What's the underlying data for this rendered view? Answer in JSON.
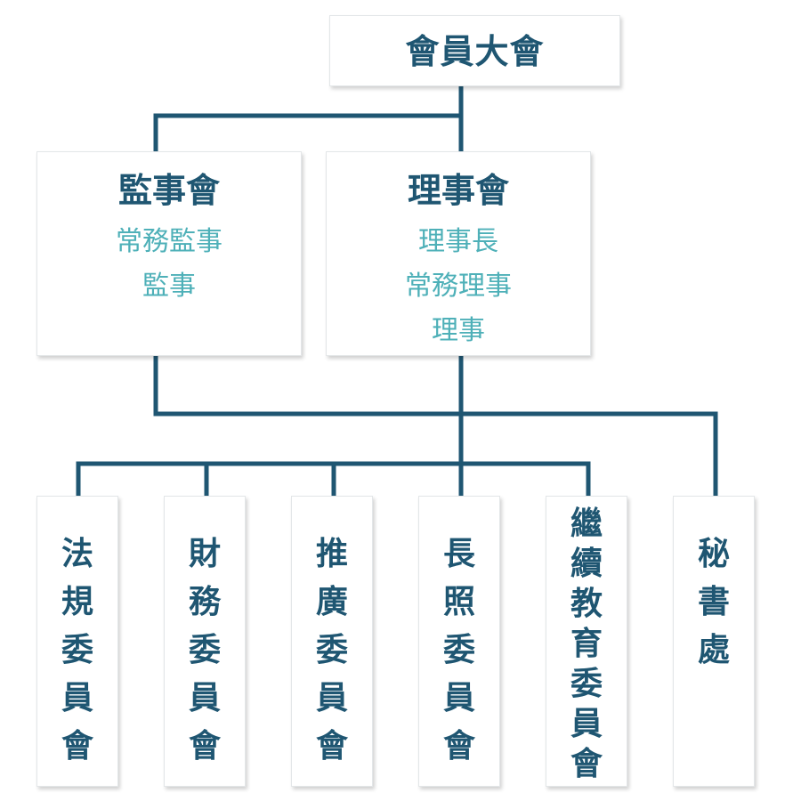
{
  "nodes": {
    "assembly": {
      "title": "會員大會"
    },
    "supervisors": {
      "title": "監事會",
      "members": [
        "常務監事",
        "監事"
      ]
    },
    "directors": {
      "title": "理事會",
      "members": [
        "理事長",
        "常務理事",
        "理事"
      ]
    },
    "committees": [
      {
        "title": "法規委員會"
      },
      {
        "title": "財務委員會"
      },
      {
        "title": "推廣委員會"
      },
      {
        "title": "長照委員會"
      },
      {
        "title": "繼續教育委員會"
      }
    ],
    "secretariat": {
      "title": "秘書處"
    }
  },
  "colors": {
    "connector": "#1f5672",
    "title": "#1f5672",
    "subtitle": "#4eb0b8"
  }
}
